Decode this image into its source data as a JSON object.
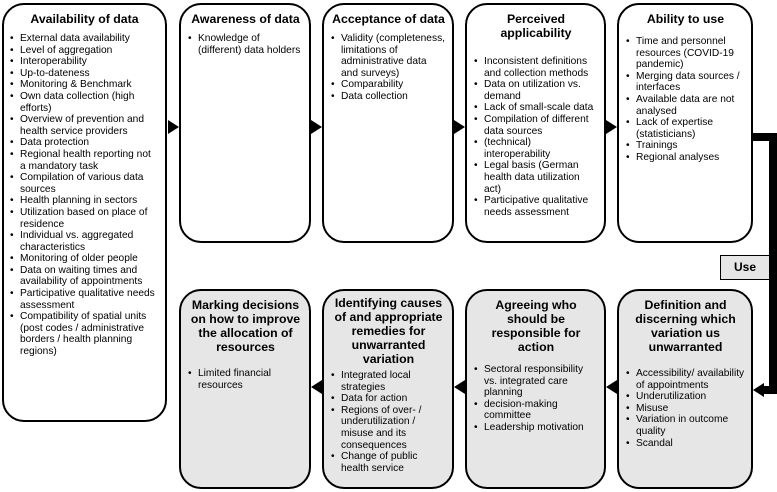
{
  "boxes": [
    {
      "id": "availability",
      "title": "Availability of data",
      "items": [
        "External data availability",
        "Level of aggregation",
        "Interoperability",
        "Up-to-dateness",
        "Monitoring & Benchmark",
        "Own data collection (high efforts)",
        "Overview of prevention and health service providers",
        "Data protection",
        "Regional health reporting not a mandatory task",
        "Compilation of various data sources",
        "Health planning in sectors",
        "Utilization based on place of residence",
        "Individual vs. aggregated characteristics",
        "Monitoring of older people",
        "Data on waiting times and availability of appointments",
        "Participative qualitative needs assessment",
        "Compatibility of spatial units (post codes / administrative borders / health planning regions)"
      ]
    },
    {
      "id": "awareness",
      "title": "Awareness of data",
      "items": [
        "Knowledge of (different) data holders"
      ]
    },
    {
      "id": "acceptance",
      "title": "Acceptance of data",
      "items": [
        "Validity (completeness, limitations of administrative data and surveys)",
        "Comparability",
        "Data collection"
      ]
    },
    {
      "id": "perceived",
      "title": "Perceived applicability",
      "items": [
        "Inconsistent definitions and collection methods",
        "Data on utilization vs. demand",
        "Lack of small-scale data",
        "Compilation of different data sources",
        "(technical) interoperability",
        "Legal basis (German health data utilization act)",
        "Participative qualitative needs assessment"
      ]
    },
    {
      "id": "ability",
      "title": "Ability to use",
      "items": [
        "Time and personnel resources (COVID-19 pandemic)",
        "Merging data sources / interfaces",
        "Available data are not analysed",
        "Lack of expertise (statisticians)",
        "Trainings",
        "Regional analyses"
      ]
    },
    {
      "id": "definition",
      "title": "Definition and discerning which variation us unwarranted",
      "items": [
        "Accessibility/ availability of appointments",
        "Underutilization",
        "Misuse",
        "Variation in outcome quality",
        "Scandal"
      ]
    },
    {
      "id": "agreeing",
      "title": "Agreeing who should be responsible for action",
      "items": [
        "Sectoral responsibility vs. integrated care planning",
        "decision-making committee",
        "Leadership motivation"
      ]
    },
    {
      "id": "identifying",
      "title": "Identifying causes of and appropriate remedies for unwarranted variation",
      "items": [
        "Integrated local strategies",
        "Data for action",
        "Regions of over- / underutilization / misuse and its consequences",
        "Change of public health service"
      ]
    },
    {
      "id": "marking",
      "title": "Marking decisions on how to improve the allocation of resources",
      "items": [
        "Limited financial resources"
      ]
    }
  ],
  "connector_label": "Use",
  "colors": {
    "top_fill": "#ffffff",
    "bottom_fill": "#e6e6e6",
    "stroke": "#000000"
  }
}
